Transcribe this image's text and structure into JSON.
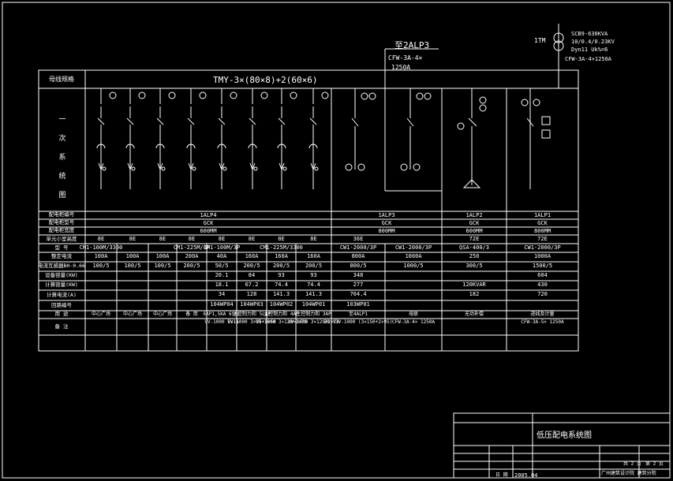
{
  "busbar": {
    "label": "母线规格",
    "spec": "TMY-3×(80×8)+2(60×6)"
  },
  "transformer": {
    "tag": "1TM",
    "model": "SCB9-630KVA",
    "voltage": "10/0.4/0.23KV",
    "connection": "Dyn11 Uk%=6",
    "cable": "CFW-3A-4×1250A"
  },
  "outgoing": {
    "to": "至2ALP3",
    "cable": "CFW-3A-4×",
    "rating": "1250A"
  },
  "system_label": [
    "一",
    "次",
    "系",
    "统",
    "图"
  ],
  "row_labels": [
    "配电柜编号",
    "配电柜型号",
    "配电柜宽度",
    "单元小室高度",
    "型 号",
    "整定电流",
    "电流互感器BH-0.66",
    "设备容量(KW)",
    "计算容量(KW)",
    "计算电流(A)",
    "回路编号",
    "用 途",
    "备 注"
  ],
  "cabinets": [
    {
      "id": "1ALP4",
      "type": "GCK",
      "width": "600MM"
    },
    {
      "id": "1ALP3",
      "type": "GCK",
      "width": "800MM"
    },
    {
      "id": "1ALP2",
      "type": "GCK",
      "width": "600MM"
    },
    {
      "id": "1ALP1",
      "type": "GCK",
      "width": "800MM"
    }
  ],
  "circuits": {
    "height": [
      "8E",
      "8E",
      "8E",
      "8E",
      "8E",
      "8E",
      "8E",
      "8E",
      "36E",
      "",
      "72E",
      "72E"
    ],
    "model": [
      "CM1-100M/3300",
      "",
      "",
      "CM1-225M/3P",
      "CM1-100M/3P",
      "",
      "CM1-225M/3300",
      "",
      "CW1-2000/3P",
      "CW1-2000/3P",
      "QSA-400/3",
      "CW1-2000/3P"
    ],
    "setting": [
      "100A",
      "100A",
      "100A",
      "200A",
      "40A",
      "160A",
      "160A",
      "160A",
      "800A",
      "1000A",
      "250",
      "1000A"
    ],
    "ct": [
      "100/5",
      "100/5",
      "100/5",
      "200/5",
      "50/5",
      "200/5",
      "200/5",
      "200/5",
      "800/5",
      "1000/5",
      "300/5",
      "1500/5"
    ],
    "installed": [
      "",
      "",
      "",
      "",
      "20.1",
      "84",
      "93",
      "93",
      "348",
      "",
      "",
      "604"
    ],
    "calc_kw": [
      "",
      "",
      "",
      "",
      "18.1",
      "67.2",
      "74.4",
      "74.4",
      "277",
      "",
      "120KVAR",
      "430"
    ],
    "calc_a": [
      "",
      "",
      "",
      "",
      "34",
      "128",
      "141.3",
      "141.3",
      "704.4",
      "",
      "182",
      "720"
    ],
    "loop": [
      "",
      "",
      "",
      "",
      "104WP04",
      "104WP03",
      "104WP02",
      "104WP01",
      "103WP01",
      "",
      "",
      ""
    ],
    "use": [
      "中心广场",
      "中心广场",
      "中心广场",
      "备 用",
      "6AP1,5KA 6SAL",
      "主控制力和 5LAP",
      "主控制力和 4AP",
      "主控制力和 3AP",
      "至4ALP1",
      "母联",
      "无功补偿",
      "进线及计量"
    ],
    "remark": [
      "",
      "",
      "",
      "",
      "VV-1000 5×16",
      "VV-1000 3×95+2×50",
      "VV-1000 3×120+2×70",
      "VV-1000 3×120+2×70",
      "ZR-YJV-1000 (3×150+2×95)",
      "CFW-3A-4× 1250A",
      "",
      "CFW-3A-5× 1250A"
    ]
  },
  "titleblock": {
    "title": "低压配电系统图",
    "company": "广州建筑设计院 建筑分院",
    "date_label": "日 期",
    "date": "2005.04",
    "sheet": "第 2 页",
    "total": "共 2 页"
  }
}
